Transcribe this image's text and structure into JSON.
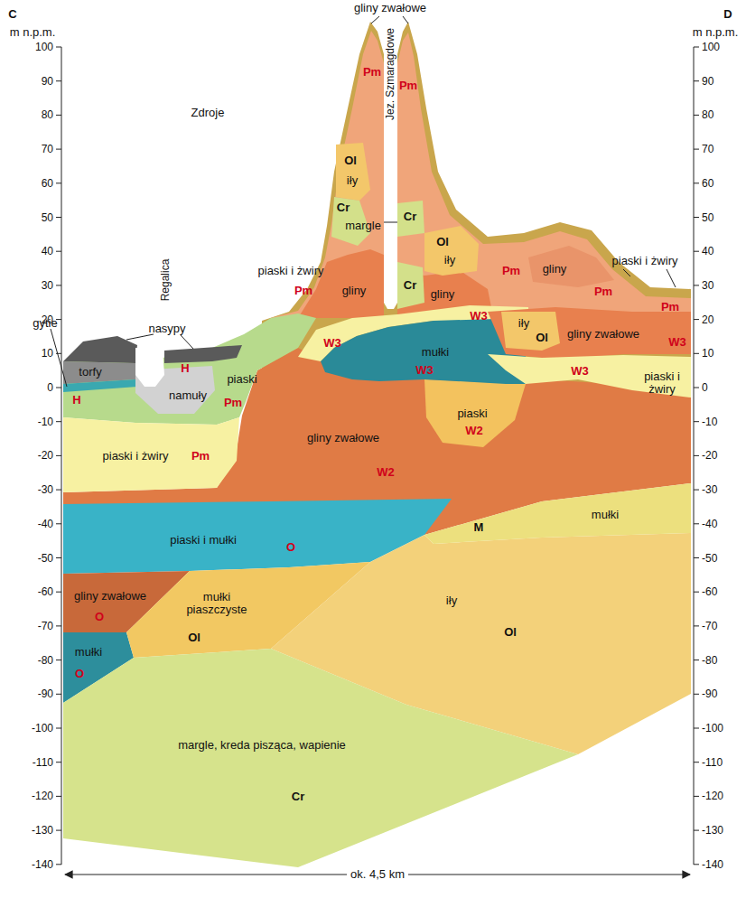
{
  "diagram": {
    "labels": [
      "C",
      "D",
      "m n.p.m.",
      "m n.p.m.",
      "100",
      "90",
      "80",
      "70",
      "60",
      "50",
      "40",
      "30",
      "20",
      "10",
      "0",
      "-10",
      "-20",
      "-30",
      "-40",
      "-50",
      "-60",
      "-70",
      "-80",
      "-90",
      "-100",
      "-110",
      "-120",
      "-130",
      "-140",
      "100",
      "90",
      "80",
      "70",
      "60",
      "50",
      "40",
      "30",
      "20",
      "10",
      "0",
      "-10",
      "-20",
      "-30",
      "-40",
      "-50",
      "-60",
      "-70",
      "-80",
      "-90",
      "-100",
      "-110",
      "-120",
      "-130",
      "-140",
      "ok. 4,5 km",
      "gliny zwałowe",
      "Jez. Szmaragdowe",
      "Zdroje",
      "Regalica",
      "gytie",
      "nasypy",
      "torfy",
      "H",
      "H",
      "namuły",
      "piaski",
      "Pm",
      "piaski i żwiry",
      "Pm",
      "gliny zwałowe",
      "W2",
      "piaski i mułki",
      "O",
      "gliny zwałowe",
      "O",
      "mułki piaszczyste",
      "Ol",
      "mułki",
      "O",
      "iły",
      "Ol",
      "margle, kreda pisząca, wapienie",
      "Cr",
      "M",
      "mułki",
      "mułki",
      "W3",
      "piaski",
      "W2",
      "piaski i żwiry",
      "Pm",
      "W3",
      "gliny",
      "Pm",
      "Pm",
      "Ol",
      "iły",
      "Cr",
      "margle",
      "Cr",
      "Cr",
      "Ol",
      "iły",
      "gliny",
      "W3",
      "Pm",
      "gliny",
      "Pm",
      "Pm",
      "piaski i żwiry",
      "iły",
      "Ol",
      "gliny zwałowe",
      "W3",
      "W3",
      "piaski i żwiry"
    ]
  }
}
